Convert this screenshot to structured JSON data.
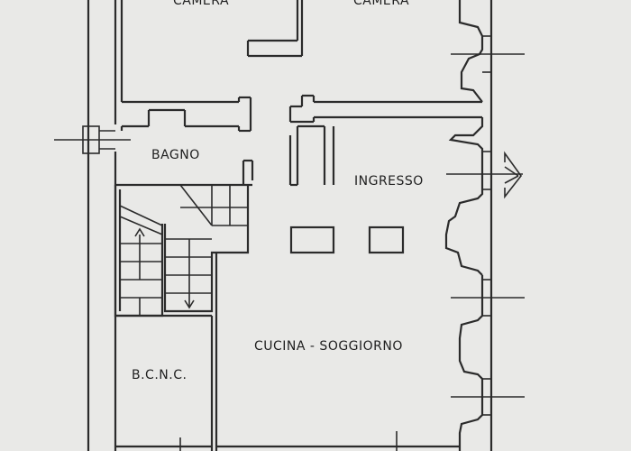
{
  "rooms": {
    "camera_left": "CAMERA",
    "camera_right": "CAMERA",
    "bagno": "BAGNO",
    "ingresso": "INGRESSO",
    "cucina": "CUCINA - SOGGIORNO",
    "bcnc": "B.C.N.C."
  },
  "colors": {
    "background": "#e9e9e7",
    "lines": "#2b2b2b"
  }
}
